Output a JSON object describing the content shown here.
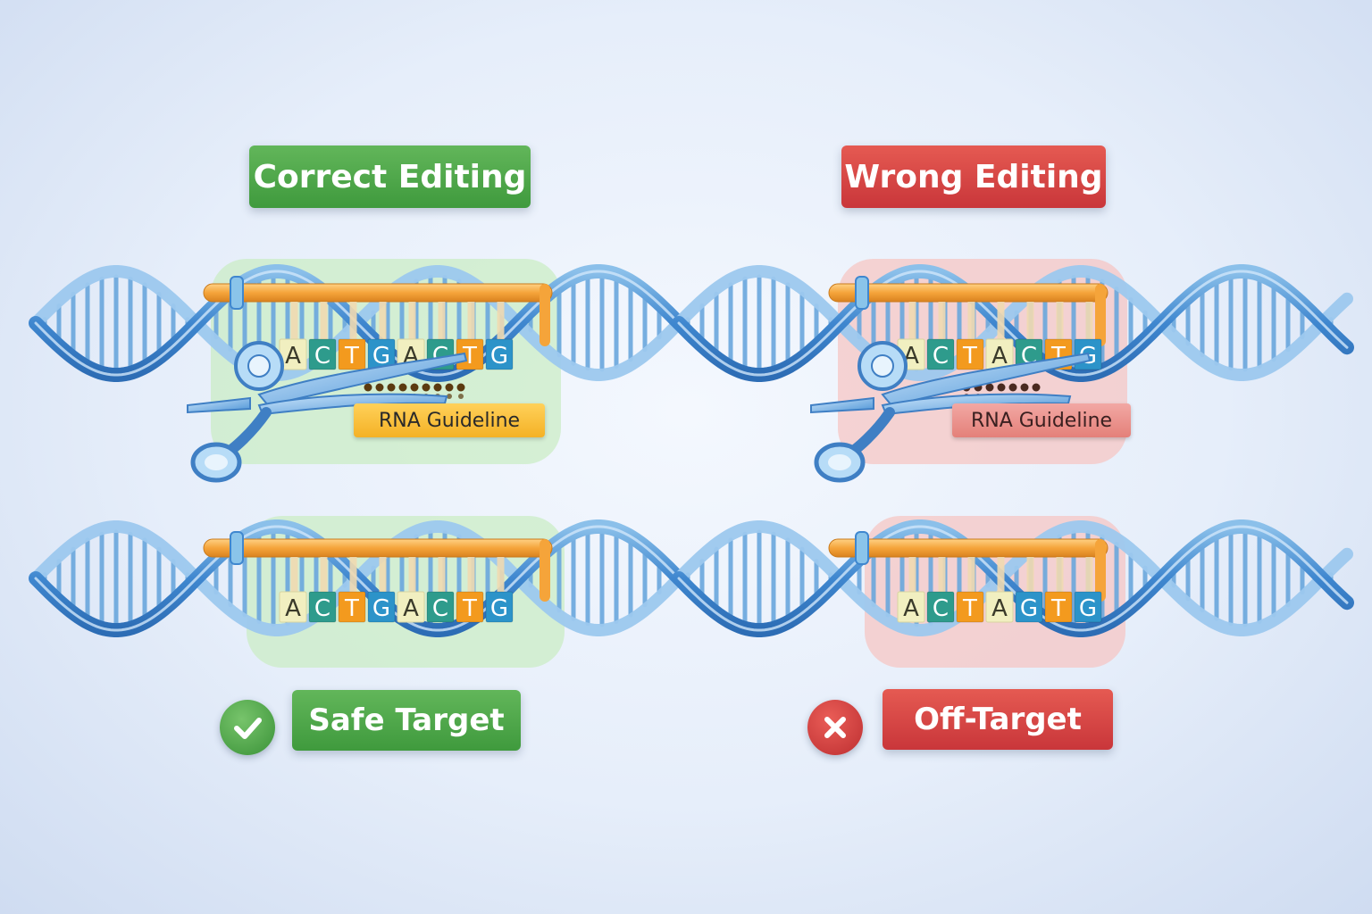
{
  "panels": {
    "correct": {
      "title": "Correct Editing",
      "guide_label": "RNA Guideline",
      "top_sequence": [
        "A",
        "C",
        "T",
        "G",
        "A",
        "C",
        "T",
        "G"
      ],
      "bottom_sequence": [
        "A",
        "C",
        "T",
        "G",
        "A",
        "C",
        "T",
        "G"
      ],
      "result_label": "Safe Target",
      "theme_color": "#4aa545"
    },
    "wrong": {
      "title": "Wrong Editing",
      "guide_label": "RNA Guideline",
      "top_sequence": [
        "A",
        "C",
        "T",
        "A",
        "C",
        "T",
        "G"
      ],
      "bottom_sequence": [
        "A",
        "C",
        "T",
        "A",
        "G",
        "T",
        "G"
      ],
      "result_label": "Off-Target",
      "theme_color": "#d8413f"
    }
  },
  "base_colors": {
    "A": "#f1efc0",
    "C": "#2e9b8c",
    "T": "#f39a1e",
    "G": "#2c93c9"
  },
  "icons": {
    "success": "check-icon",
    "failure": "cross-icon",
    "tool": "scissors-icon"
  }
}
